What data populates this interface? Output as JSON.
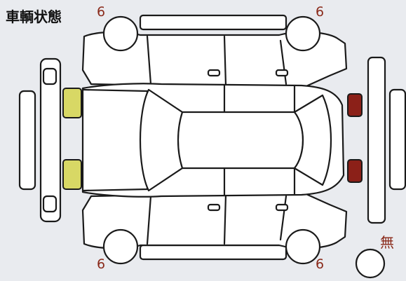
{
  "title": "車輌状態",
  "tires": {
    "front_left": "6",
    "front_right": "6",
    "rear_left": "6",
    "rear_right": "6"
  },
  "spare_tire": "無",
  "colors": {
    "background": "#e9ebef",
    "line": "#1a1a1a",
    "headlight": "#d8d865",
    "taillight": "#8b2018",
    "tread_text": "#8a2a1a"
  }
}
